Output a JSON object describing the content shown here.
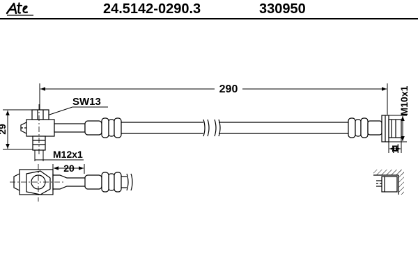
{
  "header": {
    "logo_text": "Ate",
    "part_number": "24.5142-0290.3",
    "ref_number": "330950"
  },
  "dimensions": {
    "overall_length": "290",
    "wrench_size": "SW13",
    "height": "29",
    "thread_left": "M12x1",
    "offset": "20",
    "thread_right": "M10x1",
    "end_length": "11"
  },
  "colors": {
    "line": "#000000",
    "background": "#ffffff"
  }
}
